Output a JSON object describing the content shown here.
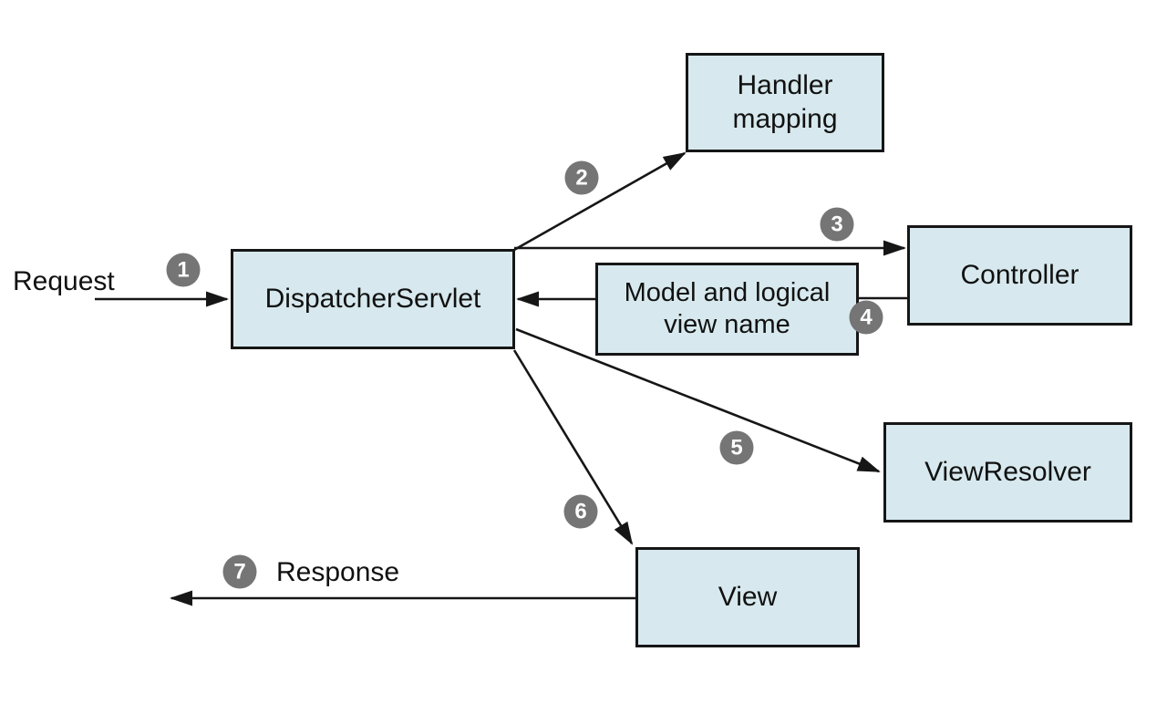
{
  "diagram": {
    "nodes": {
      "dispatcher": {
        "label": "DispatcherServlet"
      },
      "handler_mapping": {
        "label": "Handler mapping"
      },
      "controller": {
        "label": "Controller"
      },
      "model_view": {
        "label": "Model and logical view name"
      },
      "view_resolver": {
        "label": "ViewResolver"
      },
      "view": {
        "label": "View"
      }
    },
    "flow_labels": {
      "request": "Request",
      "response": "Response"
    },
    "steps": [
      "1",
      "2",
      "3",
      "4",
      "5",
      "6",
      "7"
    ],
    "colors": {
      "node_fill": "#d7e9ee",
      "node_border": "#161616",
      "arrow": "#161616",
      "badge_background": "#757575",
      "badge_text": "#ffffff",
      "background": "#ffffff"
    }
  }
}
